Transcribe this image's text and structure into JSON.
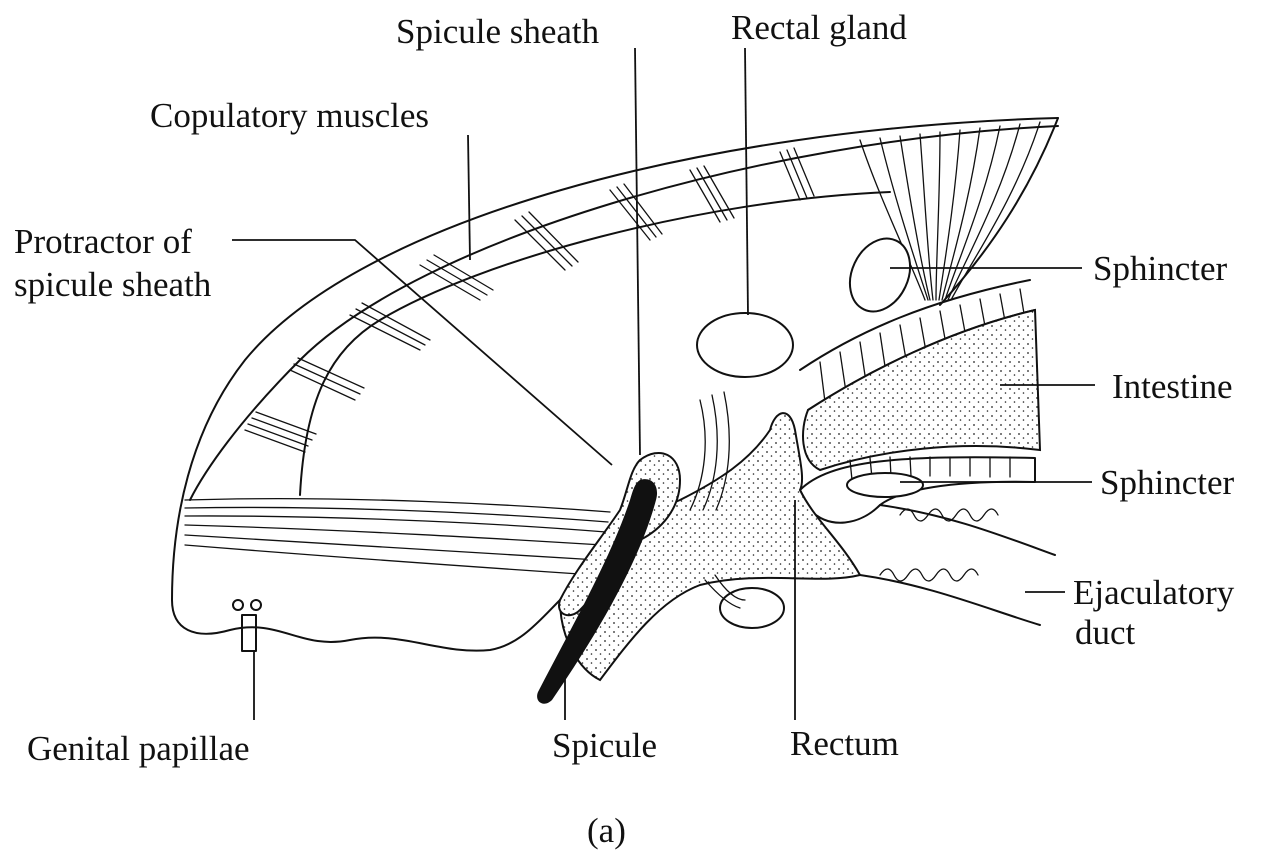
{
  "figure": {
    "caption": "(a)",
    "labels": {
      "spicule_sheath": "Spicule sheath",
      "rectal_gland": "Rectal gland",
      "copulatory_muscles": "Copulatory muscles",
      "protractor_line1": "Protractor of",
      "protractor_line2": "spicule sheath",
      "sphincter_upper": "Sphincter",
      "intestine": "Intestine",
      "sphincter_lower": "Sphincter",
      "ejaculatory_line1": "Ejaculatory",
      "ejaculatory_line2": "duct",
      "genital_papillae": "Genital papillae",
      "spicule": "Spicule",
      "rectum": "Rectum"
    }
  }
}
